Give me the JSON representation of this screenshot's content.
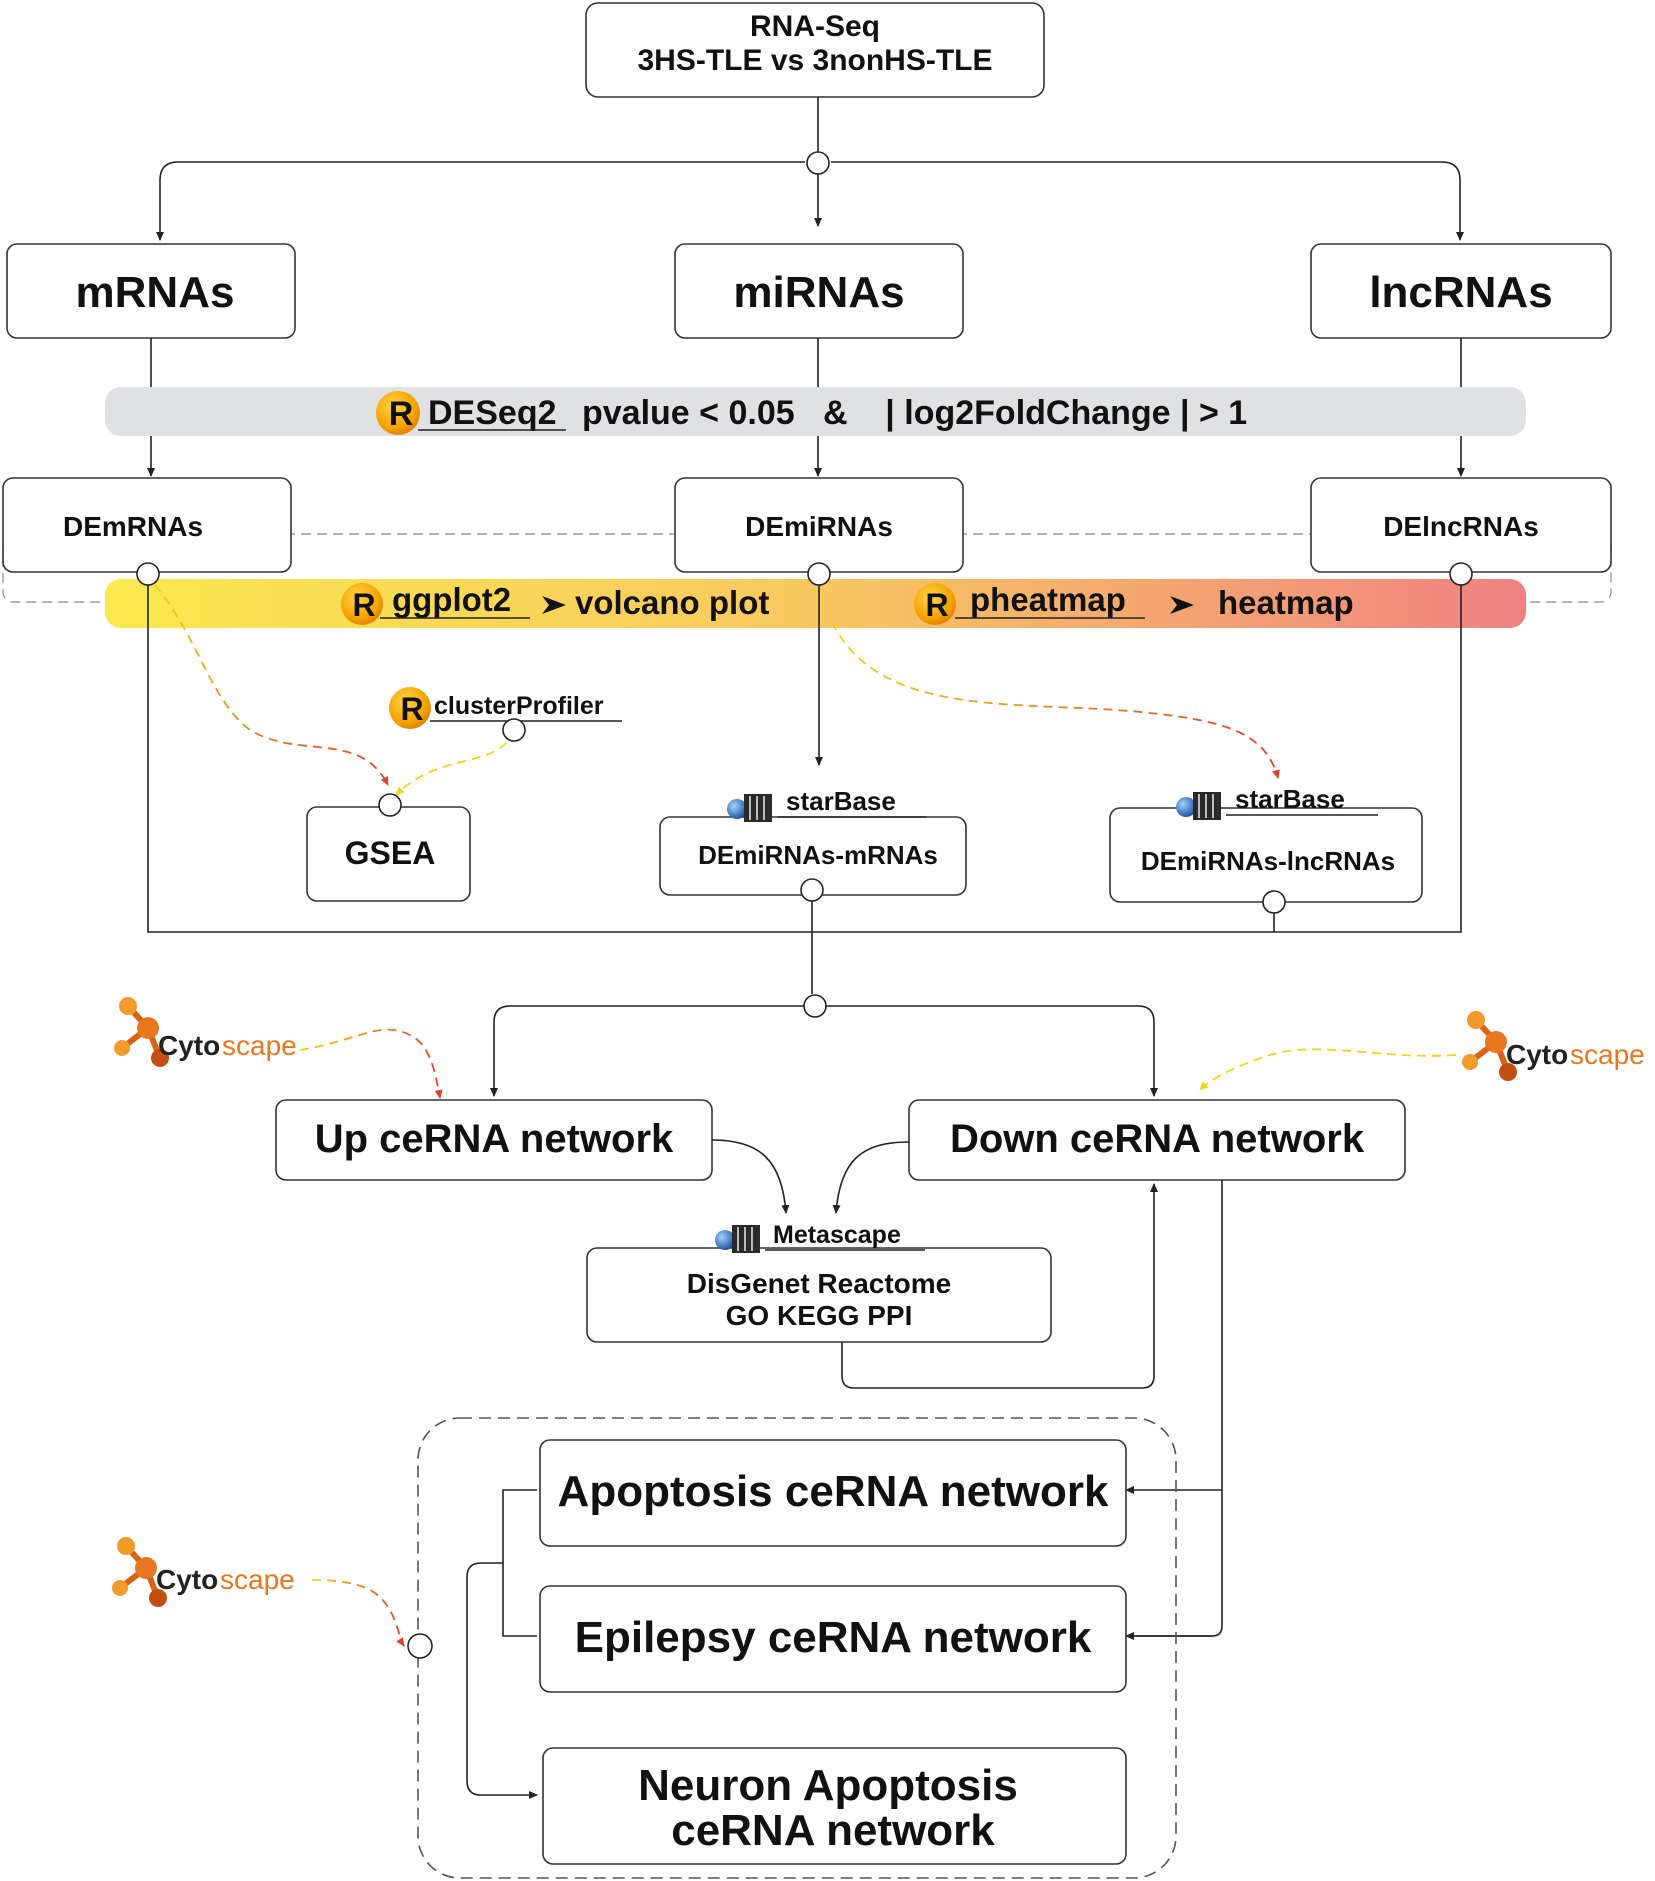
{
  "root": {
    "line1": "RNA-Seq",
    "line2": "3HS-TLE  vs  3nonHS-TLE"
  },
  "rna_types": {
    "mrna": "mRNAs",
    "mirna": "miRNAs",
    "lncrna": "lncRNAs"
  },
  "deseq_band": {
    "r_icon": "R",
    "tool": "DESeq2",
    "criteria": "pvalue < 0.05   &    | log2FoldChange | > 1"
  },
  "de_types": {
    "mrna": "DEmRNAs",
    "mirna": "DEmiRNAs",
    "lncrna": "DElncRNAs"
  },
  "viz_band": {
    "r_icon": "R",
    "tool1": "ggplot2",
    "output1": "volcano plot",
    "tool2": "pheatmap",
    "output2": "heatmap"
  },
  "analysis": {
    "cluster_tool": "clusterProfiler",
    "gsea": "GSEA",
    "starbase_label": "starBase",
    "mirna_mrna": "DEmiRNAs-mRNAs",
    "mirna_lncrna": "DEmiRNAs-lncRNAs"
  },
  "networks": {
    "up": "Up ceRNA network",
    "down": "Down ceRNA network"
  },
  "metascape": {
    "tool": "Metascape",
    "line1": "DisGenet Reactome",
    "line2": "GO  KEGG PPI"
  },
  "cytoscape": {
    "part1": "Cyto",
    "part2": "scape"
  },
  "final": {
    "apoptosis": "Apoptosis ceRNA network",
    "epilepsy": "Epilepsy ceRNA network",
    "neuron_line1": "Neuron Apoptosis",
    "neuron_line2": "ceRNA network"
  },
  "colors": {
    "r_icon": "#f5a300",
    "viz_yellow": "#fbe94e",
    "viz_red": "#f08282",
    "gray_band": "#e0e1e2",
    "cytoscape_orange": "#e8771f",
    "server_blue": "#2a6fc9"
  }
}
